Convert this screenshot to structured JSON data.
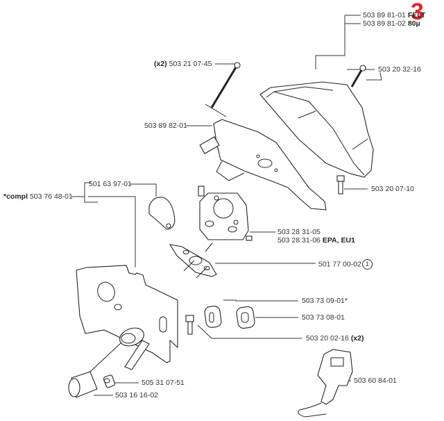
{
  "sheet": {
    "number": "3",
    "accent_color": "#e0262a"
  },
  "parts": [
    {
      "id": "air-filter",
      "lines": [
        {
          "part_no": "503 89 81-01",
          "note": "FELT"
        },
        {
          "part_no": "503 89 81-02",
          "note": "80µ"
        }
      ]
    },
    {
      "id": "screw-top",
      "part_no": "503 21 07-45",
      "qty": "(x2)"
    },
    {
      "id": "screw-filter",
      "part_no": "503 20 32-16"
    },
    {
      "id": "filter-holder",
      "part_no": "503 89 82-01"
    },
    {
      "id": "screw-holder",
      "part_no": "503 20 07-10"
    },
    {
      "id": "choke-kit",
      "prefix": "*compl",
      "part_no": "503 76 48-01"
    },
    {
      "id": "choke-valve",
      "part_no": "501 63 97-01"
    },
    {
      "id": "carburetor",
      "lines": [
        {
          "part_no": "503 28 31-05",
          "note": ""
        },
        {
          "part_no": "503 28 31-06",
          "note": "EPA, EU1"
        }
      ]
    },
    {
      "id": "gasket",
      "part_no": "501 77 00-02",
      "ref": "1"
    },
    {
      "id": "grommet-1",
      "part_no": "503 73 09-01*"
    },
    {
      "id": "grommet-2",
      "part_no": "503 73 08-01"
    },
    {
      "id": "screw-plate",
      "part_no": "503 20 02-16",
      "qty": "(x2)"
    },
    {
      "id": "throttle-link",
      "part_no": "503 60 84-01"
    },
    {
      "id": "bushing",
      "part_no": "505 31 07-51"
    },
    {
      "id": "sleeve",
      "part_no": "503 16 16-02"
    }
  ]
}
